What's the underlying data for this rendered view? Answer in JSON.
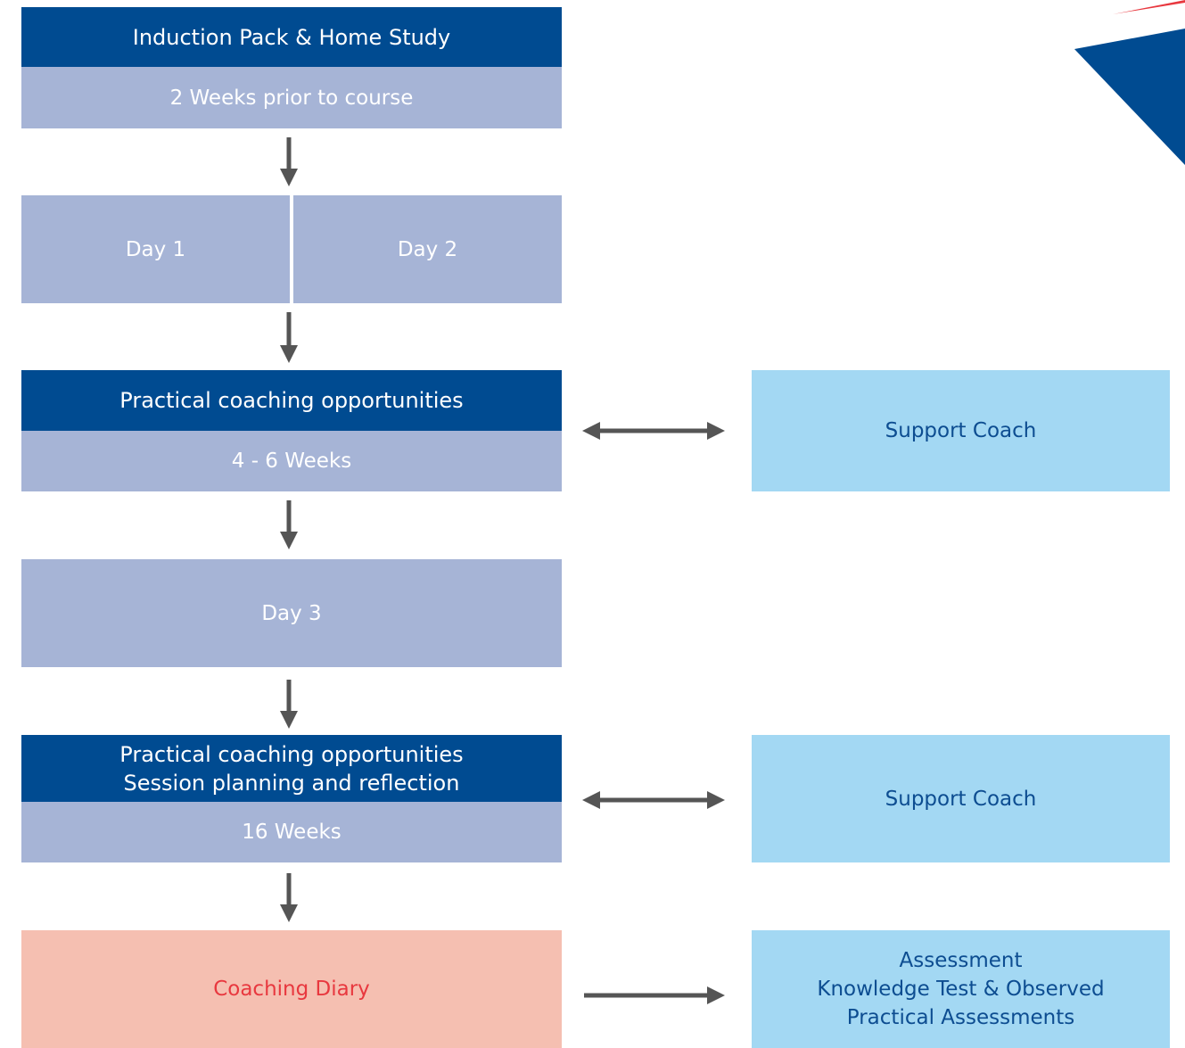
{
  "colors": {
    "dark_blue": "#004b91",
    "lavender": "#a6b4d6",
    "sky_blue": "#a3d8f3",
    "pink": "#f5bfb1",
    "red_text": "#e8383f",
    "arrow_gray": "#555555"
  },
  "flow": {
    "induction": {
      "title": "Induction Pack & Home Study",
      "timing": "2 Weeks prior to course"
    },
    "days_1_2": {
      "day1": "Day 1",
      "day2": "Day 2"
    },
    "practical_1": {
      "title": "Practical coaching opportunities",
      "timing": "4 - 6 Weeks"
    },
    "day_3": {
      "label": "Day 3"
    },
    "practical_2": {
      "title_line1": "Practical coaching opportunities",
      "title_line2": "Session planning and reflection",
      "timing": "16 Weeks"
    },
    "diary": {
      "label": "Coaching Diary"
    }
  },
  "side": {
    "support_coach_1": "Support Coach",
    "support_coach_2": "Support Coach",
    "assessment": {
      "line1": "Assessment",
      "line2": "Knowledge Test & Observed",
      "line3": "Practical Assessments"
    }
  }
}
